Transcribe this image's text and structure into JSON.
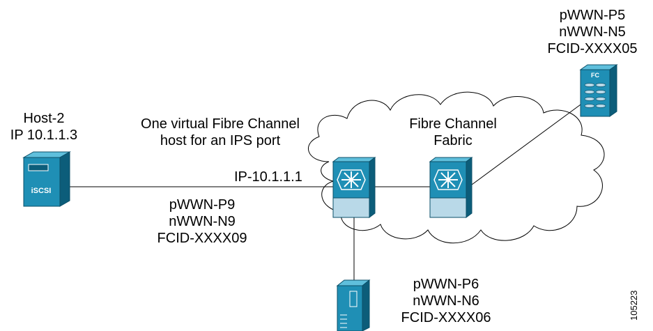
{
  "host": {
    "name": "Host-2",
    "ip": "IP 10.1.1.3",
    "device_label": "iSCSI"
  },
  "virtual_host_note": {
    "line1": "One virtual Fibre Channel",
    "line2": "host for an IPS port"
  },
  "ip_label": "IP-10.1.1.1",
  "fabric": {
    "line1": "Fibre Channel",
    "line2": "Fabric"
  },
  "virtual_host_ids": {
    "pwwn": "pWWN-P9",
    "nwwn": "nWWN-N9",
    "fcid": "FCID-XXXX09"
  },
  "storage_top": {
    "pwwn": "pWWN-P5",
    "nwwn": "nWWN-N5",
    "fcid": "FCID-XXXX05",
    "device_label": "FC"
  },
  "storage_bottom": {
    "pwwn": "pWWN-P6",
    "nwwn": "nWWN-N6",
    "fcid": "FCID-XXXX06"
  },
  "figure_id": "105223",
  "colors": {
    "device_face": "#1f8fb5",
    "device_side": "#0c5d7a",
    "device_top": "#5fbfdc",
    "switch_base": "#b9d9e8",
    "line": "#000000"
  }
}
